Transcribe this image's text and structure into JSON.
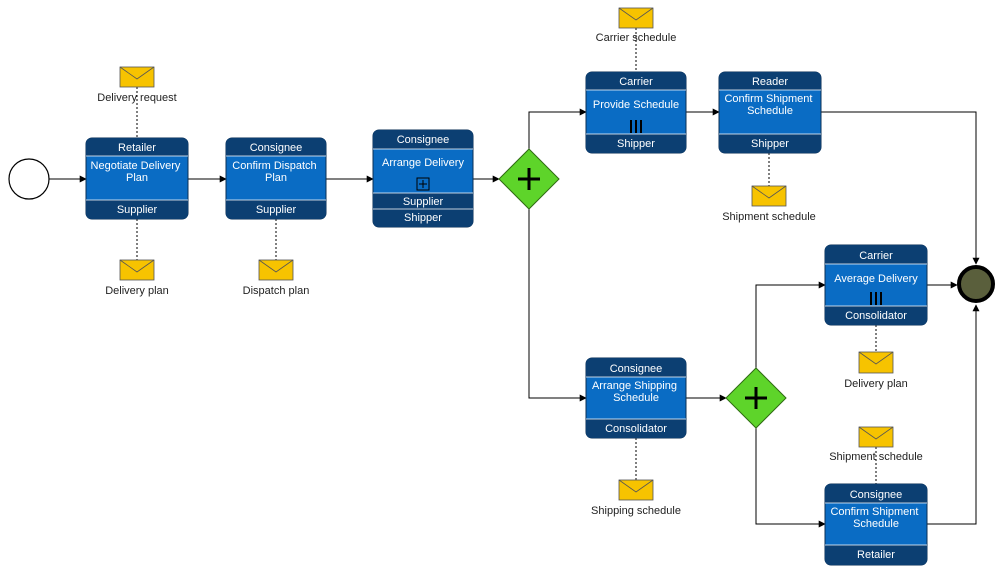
{
  "colors": {
    "task_fill": "#0a6cc4",
    "band_fill": "#0c3f72",
    "gateway_fill": "#5ed42a",
    "message_fill": "#f7c300",
    "end_fill": "#5a5f3c"
  },
  "tasks": {
    "t1": {
      "top": "Retailer",
      "name": "Negotiate Delivery\nPlan",
      "bottom": [
        "Supplier"
      ]
    },
    "t2": {
      "top": "Consignee",
      "name": "Confirm Dispatch\nPlan",
      "bottom": [
        "Supplier"
      ]
    },
    "t3": {
      "top": "Consignee",
      "name": "Arrange Delivery",
      "bottom": [
        "Supplier",
        "Shipper"
      ]
    },
    "t4": {
      "top": "Carrier",
      "name": "Provide Schedule",
      "bottom": [
        "Shipper"
      ]
    },
    "t5": {
      "top": "Reader",
      "name": "Confirm Shipment\nSchedule",
      "bottom": [
        "Shipper"
      ]
    },
    "t6": {
      "top": "Consignee",
      "name": "Arrange Shipping\nSchedule",
      "bottom": [
        "Consolidator"
      ]
    },
    "t7": {
      "top": "Carrier",
      "name": "Average Delivery",
      "bottom": [
        "Consolidator"
      ]
    },
    "t8": {
      "top": "Consignee",
      "name": "Confirm Shipment\nSchedule",
      "bottom": [
        "Retailer"
      ]
    }
  },
  "messages": {
    "m1": "Delivery request",
    "m2": "Delivery plan",
    "m3": "Dispatch plan",
    "m4": "Carrier schedule",
    "m5": "Shipment schedule",
    "m6": "Shipping schedule",
    "m7": "Delivery plan",
    "m8": "Shipment schedule"
  }
}
